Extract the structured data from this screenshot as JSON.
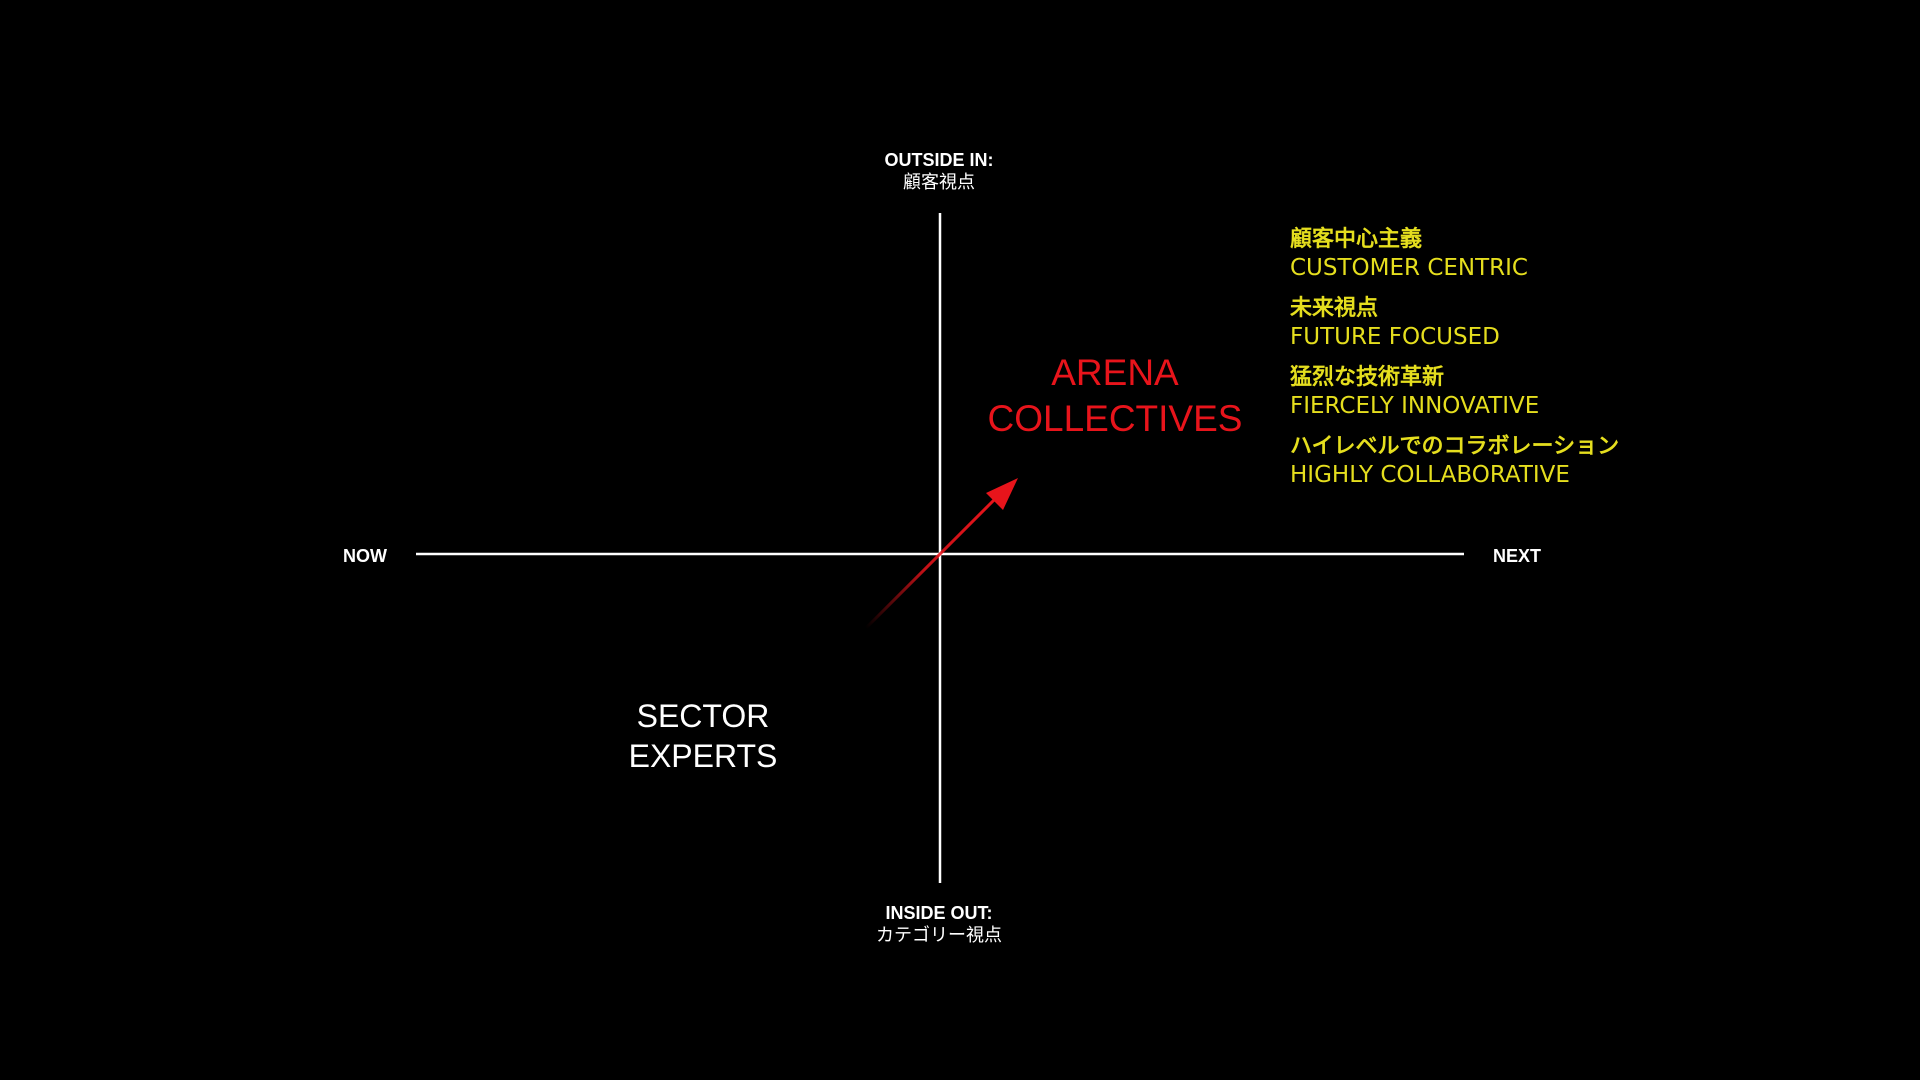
{
  "axes": {
    "top": {
      "label": "OUTSIDE IN:",
      "sub": "顧客視点"
    },
    "bottom": {
      "label": "INSIDE OUT:",
      "sub": "カテゴリー視点"
    },
    "left": {
      "label": "NOW"
    },
    "right": {
      "label": "NEXT"
    }
  },
  "quadrants": {
    "upper_right": {
      "line1": "ARENA",
      "line2": "COLLECTIVES"
    },
    "lower_left": {
      "line1": "SECTOR",
      "line2": "EXPERTS"
    }
  },
  "traits": [
    {
      "jp": "顧客中心主義",
      "en": "CUSTOMER CENTRIC"
    },
    {
      "jp": "未来視点",
      "en": "FUTURE FOCUSED"
    },
    {
      "jp": "猛烈な技術革新",
      "en": "FIERCELY INNOVATIVE"
    },
    {
      "jp": "ハイレベルでのコラボレーション",
      "en": "HIGHLY COLLABORATIVE"
    }
  ],
  "colors": {
    "background": "#000000",
    "axis": "#ffffff",
    "arrow": "#e8141b",
    "arena_text": "#e8141b",
    "traits_text": "#e5de1e"
  }
}
